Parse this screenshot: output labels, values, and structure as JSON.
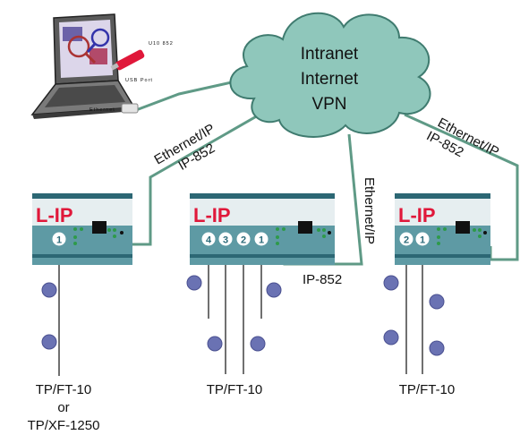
{
  "cloud": {
    "lines": [
      "Intranet",
      "Internet",
      "VPN"
    ]
  },
  "laptop": {
    "usb_stick_label": "U10 852",
    "usb_port_label": "USB Port",
    "ethernet_label": "Ethernet"
  },
  "link_labels": {
    "left_line1": "Ethernet/IP",
    "left_line2": "IP-852",
    "middle_vertical": "Ethernet/IP",
    "middle_ip852": "IP-852",
    "right_line1": "Ethernet/IP",
    "right_line2": "IP-852"
  },
  "routers": [
    {
      "brand": "L-IP",
      "ports": [
        "1"
      ],
      "bus_line1": "TP/FT-10",
      "bus_line2": "or",
      "bus_line3": "TP/XF-1250"
    },
    {
      "brand": "L-IP",
      "ports": [
        "4",
        "3",
        "2",
        "1"
      ],
      "bus_line1": "TP/FT-10"
    },
    {
      "brand": "L-IP",
      "ports": [
        "2",
        "1"
      ],
      "bus_line1": "TP/FT-10"
    }
  ],
  "colors": {
    "cable": "#5f9a86",
    "cloud_fill": "#8fc7bb",
    "router_body": "#5e9aa4",
    "router_dark": "#1f5560",
    "node": "#6a72b3",
    "brand_red": "#e0183a"
  }
}
